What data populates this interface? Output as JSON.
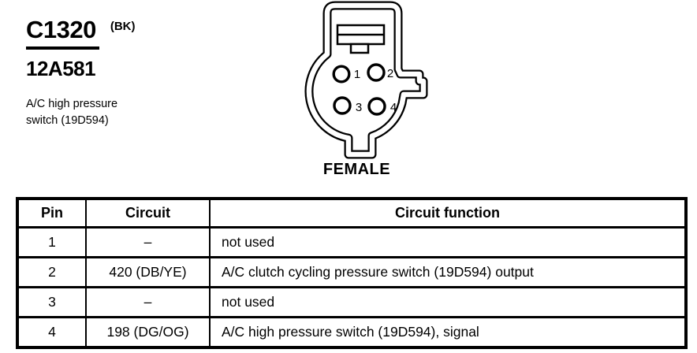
{
  "colors": {
    "ink": "#000000",
    "paper": "#ffffff"
  },
  "header": {
    "connector_id": "C1320",
    "color_code": "(BK)",
    "part_number": "12A581",
    "description_line1": "A/C high pressure",
    "description_line2": "switch (19D594)"
  },
  "connector": {
    "gender_label": "FEMALE",
    "pins": [
      {
        "number": "1"
      },
      {
        "number": "2"
      },
      {
        "number": "3"
      },
      {
        "number": "4"
      }
    ]
  },
  "pin_table": {
    "columns": [
      "Pin",
      "Circuit",
      "Circuit function"
    ],
    "rows": [
      [
        "1",
        "–",
        "not used"
      ],
      [
        "2",
        "420 (DB/YE)",
        "A/C clutch cycling pressure switch (19D594) output"
      ],
      [
        "3",
        "–",
        "not used"
      ],
      [
        "4",
        "198 (DG/OG)",
        "A/C high pressure switch (19D594), signal"
      ]
    ]
  }
}
